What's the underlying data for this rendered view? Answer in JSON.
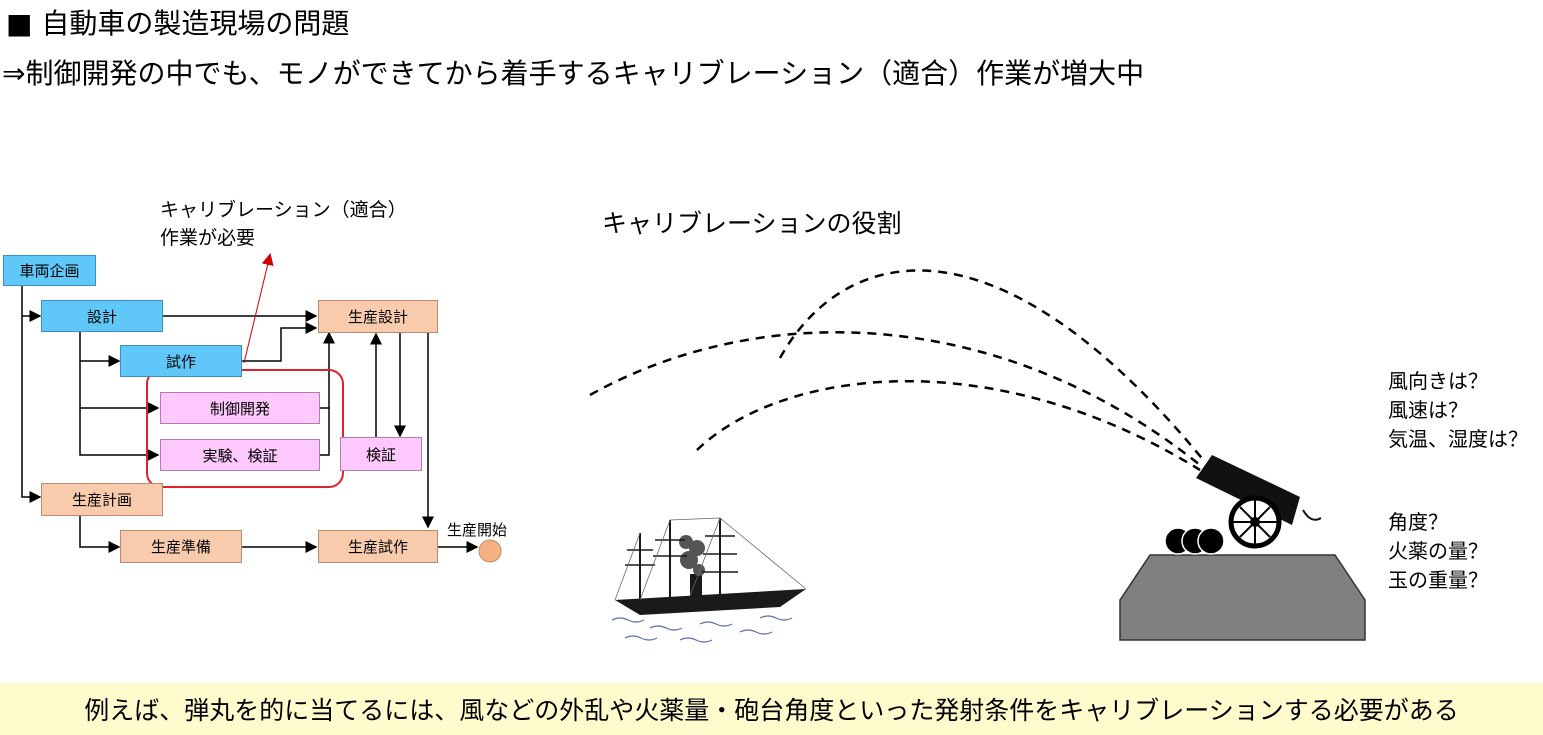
{
  "heading": {
    "line1": "■ 自動車の製造現場の問題",
    "line2": "⇒制御開発の中でも、モノができてから着手するキャリブレーション（適合）作業が増大中"
  },
  "flow": {
    "boxes": {
      "vehicle_planning": "車両企画",
      "design": "設計",
      "prototype": "試作",
      "control_dev": "制御開発",
      "experiment": "実験、検証",
      "verification": "検証",
      "prod_design": "生産設計",
      "prod_planning": "生産計画",
      "prod_prep": "生産準備",
      "prod_trial": "生産試作"
    },
    "prod_start": "生産開始",
    "calibration_note": {
      "line1": "キャリブレーション（適合）",
      "line2": "作業が必要"
    }
  },
  "illustration": {
    "title": "キャリブレーションの役割",
    "questions_env": [
      "風向きは？",
      "風速は？",
      "気温、湿度は？"
    ],
    "questions_cannon": [
      "角度？",
      "火薬の量？",
      "玉の重量？"
    ]
  },
  "footer": "例えば、弾丸を的に当てるには、風などの外乱や火薬量・砲台角度といった発射条件をキャリブレーションする必要がある",
  "colors": {
    "blue_box": "#5fc8f8",
    "peach_box": "#f8cbad",
    "pink_box": "#fdc8fc",
    "highlight_outline": "#e0202a",
    "note_arrow": "#cc0000",
    "footer_bg": "#fffbcc",
    "cannon_mound": "#808080"
  }
}
